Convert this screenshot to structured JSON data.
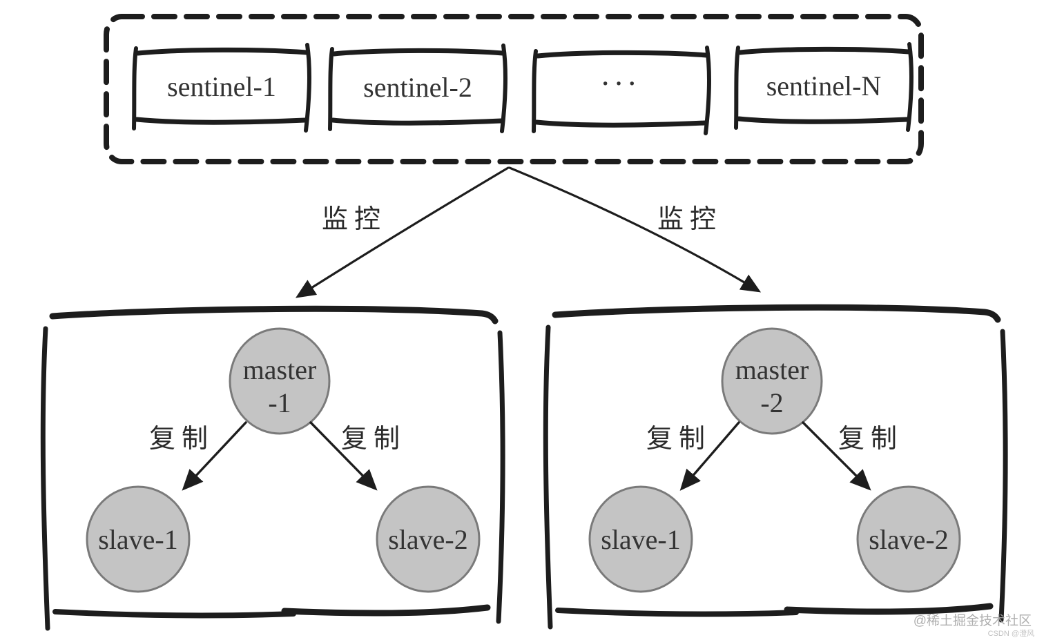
{
  "colors": {
    "background": "#ffffff",
    "ink": "#1d1d1d",
    "node_fill": "#c4c4c4",
    "node_stroke": "#7a7a7a",
    "label_text": "#333333",
    "watermark": "#a6a6a6",
    "watermark_sub": "#bdbdbd"
  },
  "sentinel_cluster": {
    "boxes": [
      {
        "label": "sentinel-1"
      },
      {
        "label": "sentinel-2"
      },
      {
        "label": "···"
      },
      {
        "label": "sentinel-N"
      }
    ]
  },
  "monitor": {
    "left_label": "监控",
    "right_label": "监控"
  },
  "groups": [
    {
      "master_line1": "master",
      "master_line2": "-1",
      "slave1_label": "slave-1",
      "slave2_label": "slave-2",
      "replicate_left_label": "复制",
      "replicate_right_label": "复制"
    },
    {
      "master_line1": "master",
      "master_line2": "-2",
      "slave1_label": "slave-1",
      "slave2_label": "slave-2",
      "replicate_left_label": "复制",
      "replicate_right_label": "复制"
    }
  ],
  "watermark": {
    "line1": "@稀土掘金技术社区",
    "line2": "CSDN @澄风"
  }
}
